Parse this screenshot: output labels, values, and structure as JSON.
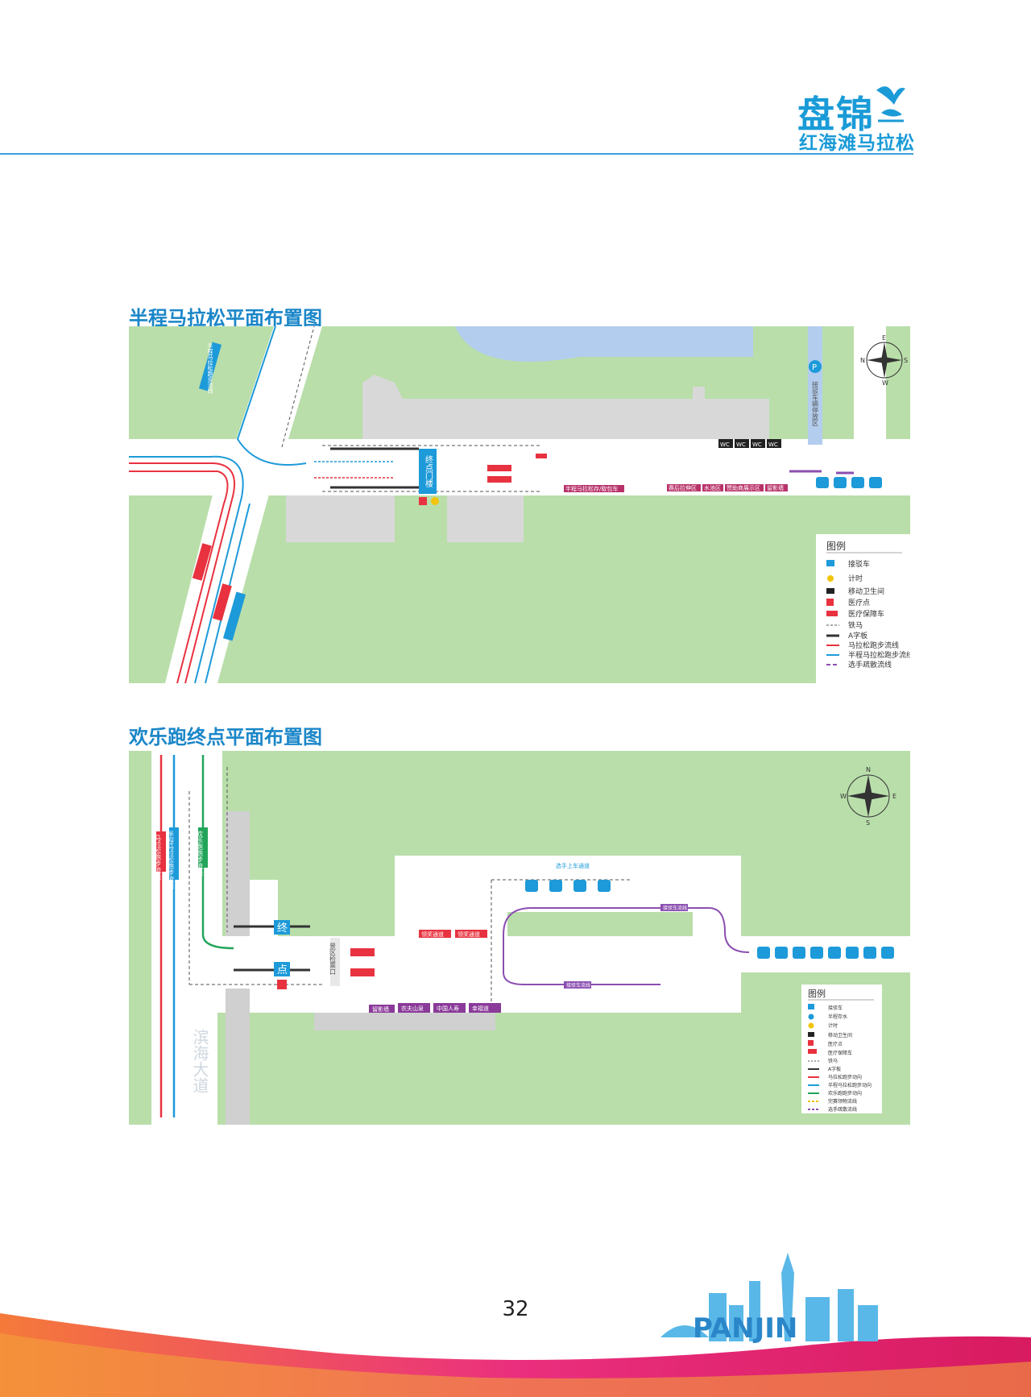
{
  "logo": {
    "title": "盘锦",
    "subtitle": "红海滩马拉松"
  },
  "map1": {
    "title": "半程马拉松平面布置图",
    "arch": "终点门楼",
    "compass": {
      "n": "N",
      "e": "E",
      "s": "S",
      "w": "W"
    },
    "parking": "P",
    "parking_label": "接驳车辆停放区",
    "wc": [
      "WC",
      "WC",
      "WC",
      "WC"
    ],
    "zones": [
      "半程马拉松存/取包车",
      "赛后拉伸区",
      "水池区",
      "赞助商展示区",
      "留影墙"
    ],
    "route_labels": [
      "马拉松跑步流线",
      "半程马拉松跑步流线",
      "马拉松跑步流线"
    ],
    "legend": {
      "title": "图例",
      "items": [
        "接驳车",
        "计时",
        "移动卫生间",
        "医疗点",
        "医疗保障车",
        "铁马",
        "A字板",
        "马拉松跑步流线",
        "半程马拉松跑步流线",
        "选手疏散流线"
      ]
    }
  },
  "map2": {
    "title": "欢乐跑终点平面布置图",
    "compass": {
      "n": "N",
      "e": "E",
      "s": "S",
      "w": "W"
    },
    "route_labels": [
      "马拉松跑步流线",
      "半程马拉松跑步流线",
      "欢乐跑跑步流线"
    ],
    "finish_top": "终",
    "finish_bottom": "点",
    "road_name": "滨海大道",
    "gate": "景区检票口",
    "boarding": "选手上车通道",
    "shuttle_flow": [
      "接驳车流线",
      "接驳车流线"
    ],
    "booths_top": [
      "领奖通道",
      "领奖通道"
    ],
    "booths_bottom": [
      "留影墙",
      "农夫山泉",
      "中国人寿",
      "幸福道"
    ],
    "legend": {
      "title": "图例",
      "items": [
        "接驳车",
        "半程存水",
        "计时",
        "移动卫生间",
        "医疗点",
        "医疗保障车",
        "铁马",
        "A字板",
        "马拉松跑步动向",
        "半程马拉松跑步动向",
        "欢乐跑跑步动向",
        "完赛领物流线",
        "选手疏散流线"
      ]
    }
  },
  "footer": {
    "page_number": "32",
    "city_word": "PANJIN"
  },
  "colors": {
    "grass": "#b9deaa",
    "water": "#b3cdee",
    "marathon": "#e8323f",
    "half": "#1d9ad9",
    "fun": "#22a55a",
    "evac": "#8a4fb0",
    "brand": "#1a9bd7"
  }
}
